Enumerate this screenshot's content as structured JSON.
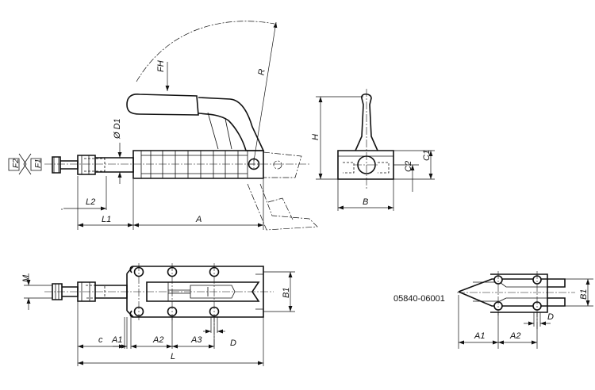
{
  "labels": {
    "F2": "F2",
    "F1": "F1",
    "FH": "FH",
    "R": "R",
    "D1": "Ø D1",
    "H": "H",
    "C1": "C1",
    "C2": "C2",
    "B": "B",
    "L2": "L2",
    "L1": "L1",
    "A": "A",
    "M": "M",
    "B1_main": "B1",
    "c": "c",
    "A1_main": "A1",
    "A2_main": "A2",
    "A3": "A3",
    "D_main": "D",
    "L": "L",
    "part_number": "05840-06001",
    "B1_variant": "B1",
    "A1_variant": "A1",
    "A2_variant": "A2",
    "D_variant": "D"
  }
}
